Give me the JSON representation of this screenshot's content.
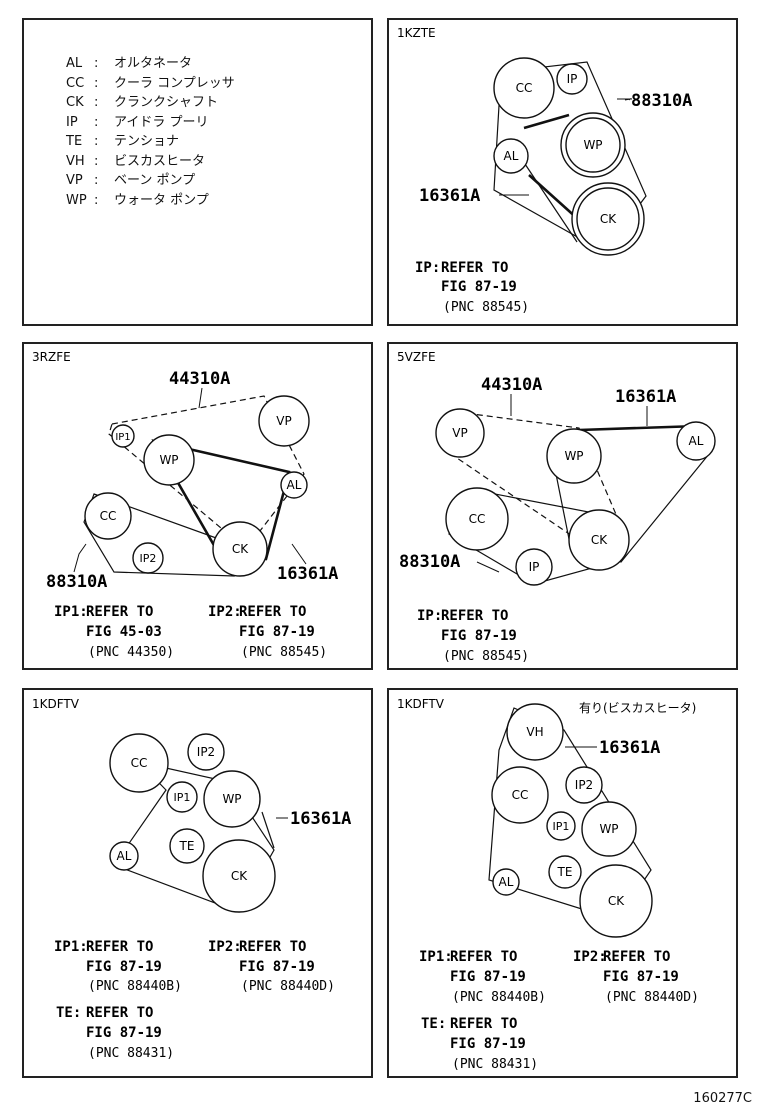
{
  "legend": [
    {
      "abbr": "AL",
      "sep": ":",
      "name": "オルタネータ"
    },
    {
      "abbr": "CC",
      "sep": ":",
      "name": "クーラ コンプレッサ"
    },
    {
      "abbr": "CK",
      "sep": ":",
      "name": "クランクシャフト"
    },
    {
      "abbr": "IP",
      "sep": ":",
      "name": "アイドラ プーリ"
    },
    {
      "abbr": "TE",
      "sep": ":",
      "name": "テンショナ"
    },
    {
      "abbr": "VH",
      "sep": ":",
      "name": "ビスカスヒータ"
    },
    {
      "abbr": "VP",
      "sep": ":",
      "name": "ベーン ポンプ"
    },
    {
      "abbr": "WP",
      "sep": ":",
      "name": "ウォータ ポンプ"
    }
  ],
  "panels": {
    "p1kzte": {
      "engine": "1KZTE",
      "part_a": "88310A",
      "part_b": "16361A",
      "pulleys": {
        "cc": "CC",
        "ip": "IP",
        "wp": "WP",
        "al": "AL",
        "ck": "CK"
      },
      "ref": {
        "key": "IP:",
        "l1": "REFER TO",
        "l2": "FIG 87-19",
        "l3": "(PNC 88545)"
      }
    },
    "p3rzfe": {
      "engine": "3RZFE",
      "part_a": "44310A",
      "part_b": "88310A",
      "part_c": "16361A",
      "pulleys": {
        "vp": "VP",
        "ip1": "IP1",
        "wp": "WP",
        "al": "AL",
        "cc": "CC",
        "ip2": "IP2",
        "ck": "CK"
      },
      "ref1": {
        "key": "IP1:",
        "l1": "REFER TO",
        "l2": "FIG 45-03",
        "l3": "(PNC 44350)"
      },
      "ref2": {
        "key": "IP2:",
        "l1": "REFER TO",
        "l2": "FIG 87-19",
        "l3": "(PNC 88545)"
      }
    },
    "p5vzfe": {
      "engine": "5VZFE",
      "part_a": "44310A",
      "part_b": "16361A",
      "part_c": "88310A",
      "pulleys": {
        "vp": "VP",
        "wp": "WP",
        "al": "AL",
        "cc": "CC",
        "ck": "CK",
        "ip": "IP"
      },
      "ref": {
        "key": "IP:",
        "l1": "REFER TO",
        "l2": "FIG 87-19",
        "l3": "(PNC 88545)"
      }
    },
    "p1kdftv_a": {
      "engine": "1KDFTV",
      "part_a": "16361A",
      "pulleys": {
        "cc": "CC",
        "ip2": "IP2",
        "ip1": "IP1",
        "wp": "WP",
        "al": "AL",
        "te": "TE",
        "ck": "CK"
      },
      "ref1": {
        "key": "IP1:",
        "l1": "REFER TO",
        "l2": "FIG 87-19",
        "l3": "(PNC 88440B)"
      },
      "ref2": {
        "key": "IP2:",
        "l1": "REFER TO",
        "l2": "FIG 87-19",
        "l3": "(PNC 88440D)"
      },
      "ref3": {
        "key": "TE:",
        "l1": "REFER TO",
        "l2": "FIG 87-19",
        "l3": "(PNC 88431)"
      }
    },
    "p1kdftv_b": {
      "engine": "1KDFTV",
      "note": "有り(ビスカスヒータ)",
      "part_a": "16361A",
      "pulleys": {
        "vh": "VH",
        "cc": "CC",
        "ip2": "IP2",
        "ip1": "IP1",
        "wp": "WP",
        "al": "AL",
        "te": "TE",
        "ck": "CK"
      },
      "ref1": {
        "key": "IP1:",
        "l1": "REFER TO",
        "l2": "FIG 87-19",
        "l3": "(PNC 88440B)"
      },
      "ref2": {
        "key": "IP2:",
        "l1": "REFER TO",
        "l2": "FIG 87-19",
        "l3": "(PNC 88440D)"
      },
      "ref3": {
        "key": "TE:",
        "l1": "REFER TO",
        "l2": "FIG 87-19",
        "l3": "(PNC 88431)"
      }
    }
  },
  "footer": "160277C"
}
